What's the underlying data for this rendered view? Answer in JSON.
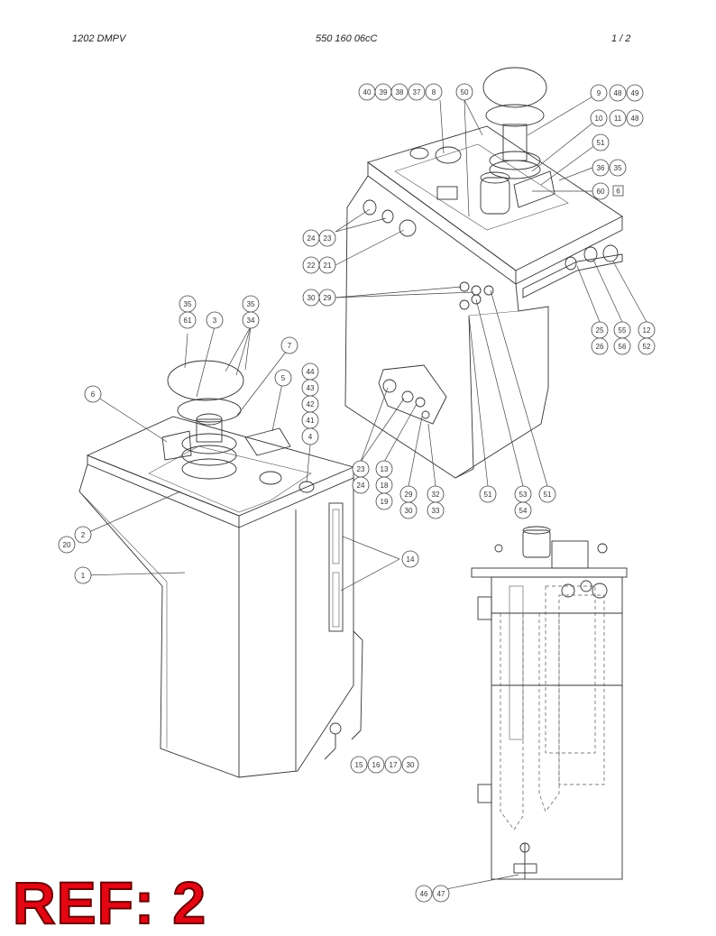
{
  "header": {
    "left": "1202 DMPV",
    "center": "550 160 06cC",
    "right": "1 /  2"
  },
  "stamp": "REF: 2",
  "callouts_top_assembly": [
    "40",
    "39",
    "38",
    "37",
    "8",
    "50",
    "9",
    "48",
    "49",
    "10",
    "11",
    "48",
    "51",
    "36",
    "35",
    "60",
    "24",
    "23",
    "22",
    "21",
    "30",
    "29",
    "25",
    "26",
    "55",
    "56",
    "12",
    "52",
    "23",
    "24",
    "13",
    "18",
    "19",
    "29",
    "30",
    "32",
    "33",
    "51",
    "53",
    "54",
    "51"
  ],
  "callouts_main_tank": [
    "35",
    "61",
    "3",
    "35",
    "34",
    "7",
    "5",
    "44",
    "43",
    "42",
    "41",
    "4",
    "6",
    "2",
    "20",
    "1",
    "14",
    "15",
    "16",
    "17",
    "30"
  ],
  "callouts_side_view": [
    "46",
    "47"
  ],
  "boxed_label": "6"
}
